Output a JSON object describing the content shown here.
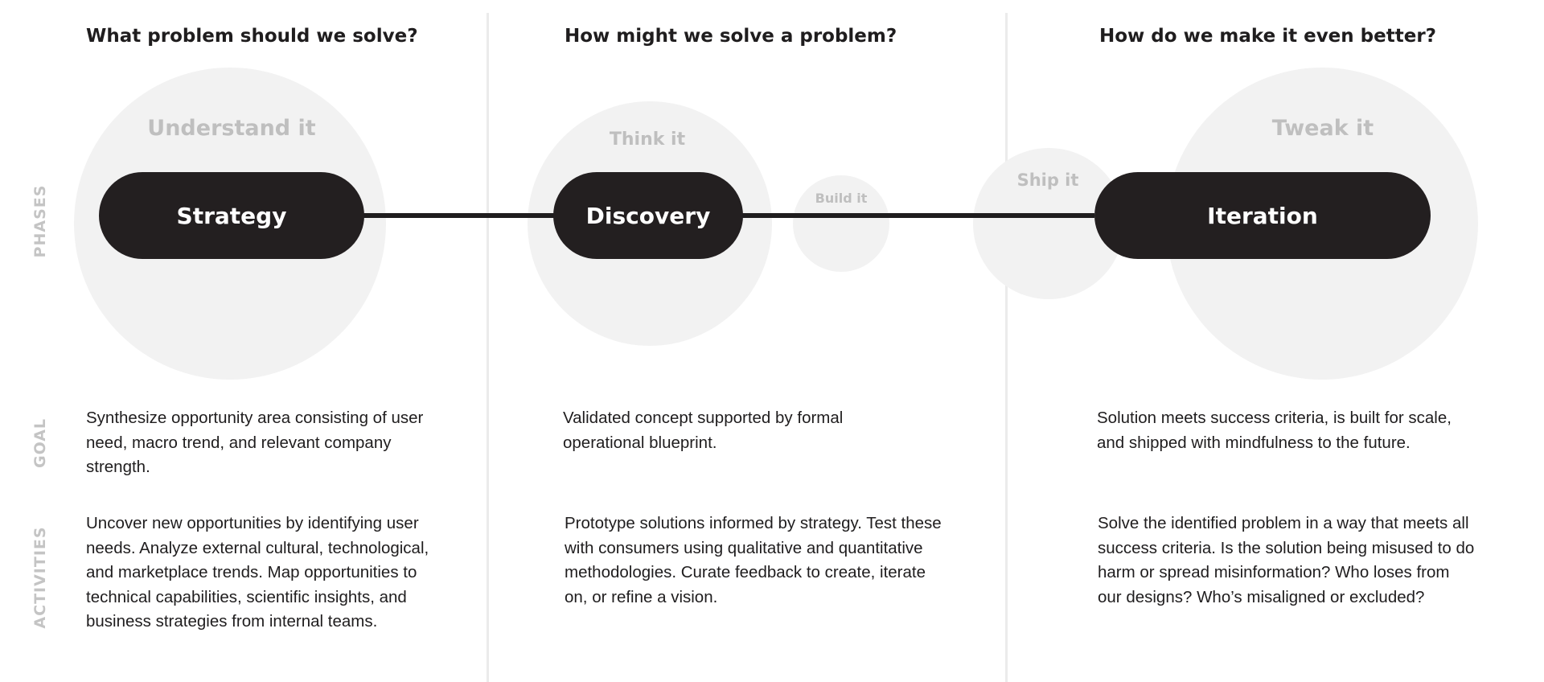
{
  "row_labels": {
    "phases": "PHASES",
    "goal": "GOAL",
    "activities": "ACTIVITIES"
  },
  "columns": [
    {
      "question": "What problem should we solve?",
      "phase": "Strategy",
      "sub_phases": [
        "Understand it"
      ],
      "goal": "Synthesize opportunity area consisting of user need, macro trend, and relevant company strength.",
      "activities": "Uncover new opportunities by identifying user needs. Analyze external cultural, technological, and marketplace trends. Map opportunities to technical capabilities, scientific insights, and business strategies from internal teams."
    },
    {
      "question": "How might we solve a problem?",
      "phase": "Discovery",
      "sub_phases": [
        "Think it",
        "Build it"
      ],
      "goal": "Validated concept supported by formal operational blueprint.",
      "activities": "Prototype solutions informed by strategy. Test these with consumers using qualitative and quantitative methodologies. Curate feedback to create, iterate on, or refine a vision."
    },
    {
      "question": "How do we make it even better?",
      "phase": "Iteration",
      "sub_phases": [
        "Ship it",
        "Tweak it"
      ],
      "goal": "Solution meets success criteria, is built for scale, and shipped with mindfulness to the future.",
      "activities": "Solve the identified problem in a way that meets all success criteria. Is the solution being misused to do harm or spread misinformation? Who loses from our designs? Who’s misaligned or excluded?"
    }
  ],
  "colors": {
    "pill": "#231f20",
    "circle": "#f2f2f2",
    "sub_phase_text": "#bfbfbf",
    "row_label": "#c4c4c4",
    "divider": "#ebebeb"
  }
}
